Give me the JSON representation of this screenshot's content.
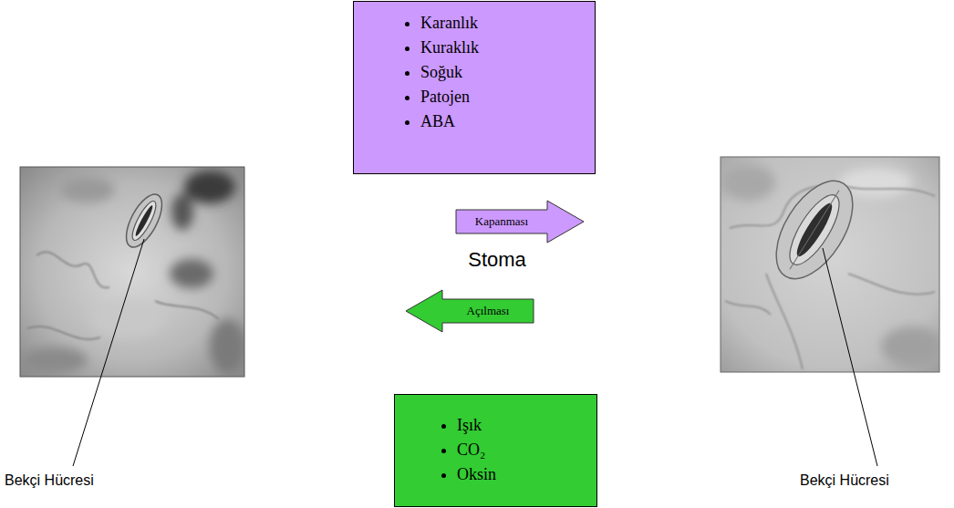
{
  "diagram": {
    "nodes": [
      {
        "text": [
          "Karanlık",
          "Kuraklık",
          "Soğuk",
          "Patojen",
          "ABA"
        ]
      },
      {
        "text": [
          "Kapanması"
        ]
      },
      {
        "text": [
          "Açılması"
        ]
      },
      {
        "text": [
          "Işık",
          "CO₂",
          "Oksin"
        ]
      }
    ],
    "labels": [
      "Stoma",
      "Bekçi Hücresi",
      "Bekçi Hücresi"
    ]
  }
}
